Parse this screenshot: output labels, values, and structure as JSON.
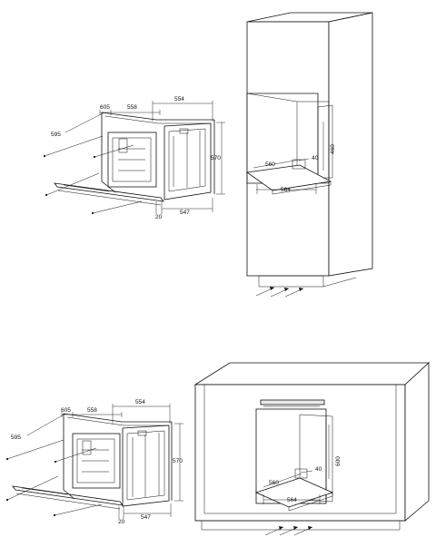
{
  "oven_top": {
    "dims": {
      "d595": "595",
      "d605": "605",
      "d558": "558",
      "d554": "554",
      "d570": "570",
      "d20": "20",
      "d547": "547"
    }
  },
  "tall_cabinet": {
    "dims": {
      "d560": "560",
      "d40": "40",
      "d460": "460",
      "d564": "564"
    }
  },
  "oven_bottom": {
    "dims": {
      "d595": "595",
      "d605": "605",
      "d558": "558",
      "d554": "554",
      "d570": "570",
      "d20": "20",
      "d547": "547"
    }
  },
  "base_cabinet": {
    "dims": {
      "d560": "560",
      "d40": "40",
      "d600": "600",
      "d564": "564"
    }
  }
}
